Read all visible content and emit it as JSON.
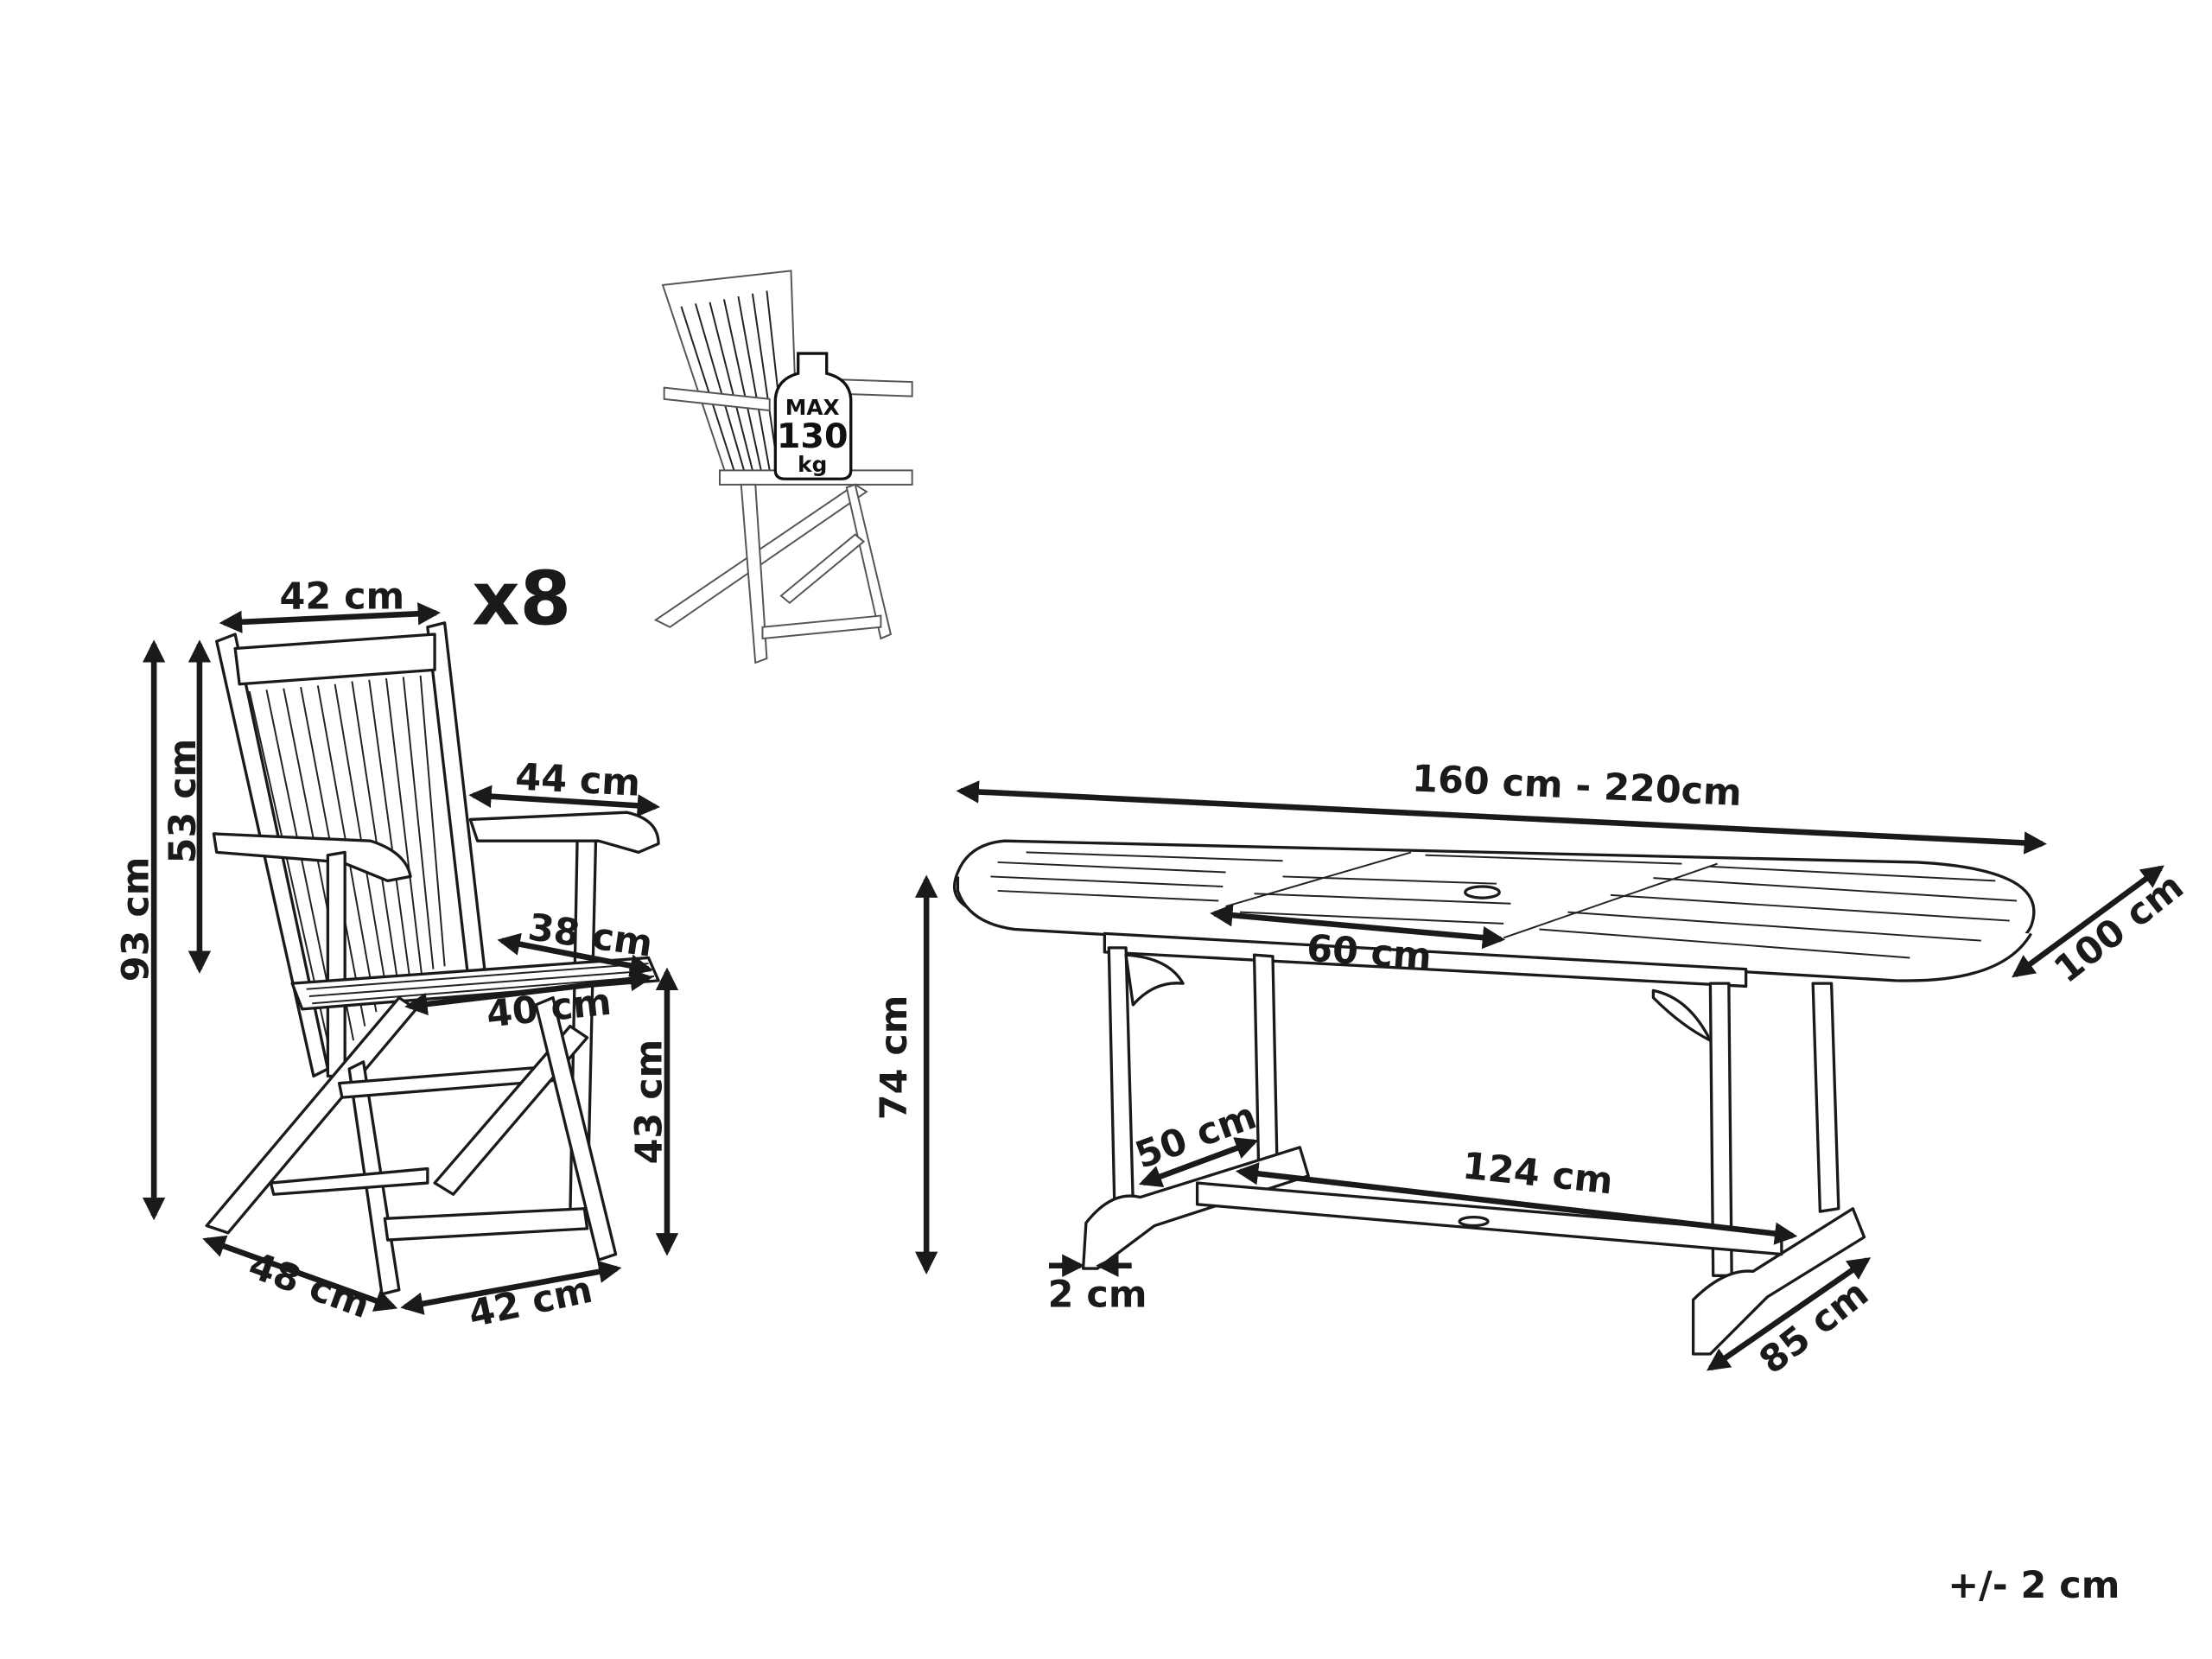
{
  "chair": {
    "quantity": "x8",
    "max_load": {
      "line1": "MAX",
      "line2": "130",
      "line3": "kg"
    },
    "dimensions": {
      "back_width": "42 cm",
      "total_height": "93 cm",
      "back_height": "53 cm",
      "arm_depth": "44 cm",
      "seat_depth": "38 cm",
      "seat_width": "40 cm",
      "seat_height": "43 cm",
      "base_depth": "48 cm",
      "base_width": "42 cm"
    }
  },
  "table": {
    "dimensions": {
      "length": "160 cm - 220cm",
      "width": "100 cm",
      "extension": "60 cm",
      "height": "74 cm",
      "leg_depth": "50 cm",
      "stretcher": "124 cm",
      "foot": "2 cm",
      "base_width": "85 cm"
    }
  },
  "tolerance": "+/- 2 cm",
  "colors": {
    "line": "#1a1a1a",
    "background": "#ffffff"
  }
}
